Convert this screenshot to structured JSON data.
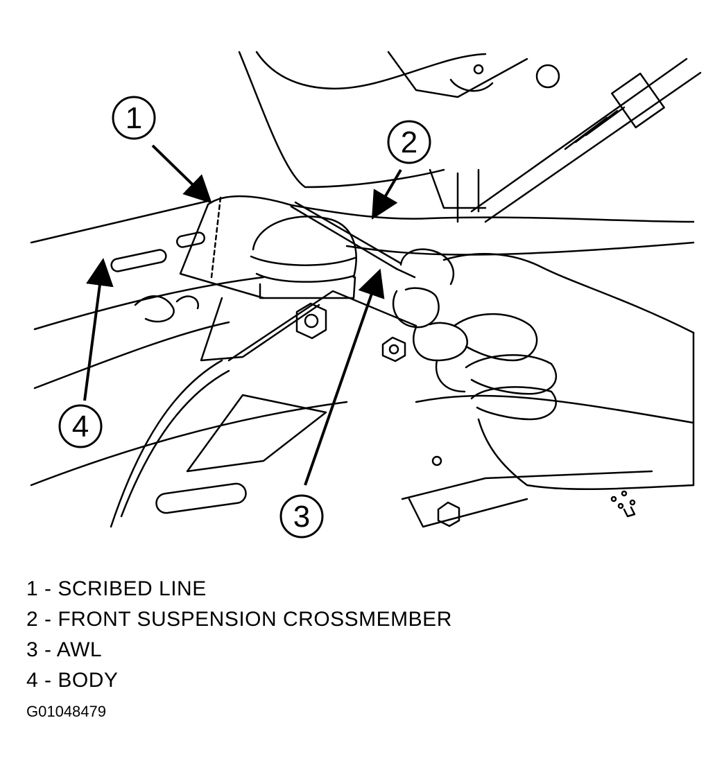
{
  "callouts": [
    {
      "number": "1"
    },
    {
      "number": "2"
    },
    {
      "number": "3"
    },
    {
      "number": "4"
    }
  ],
  "legend": [
    {
      "text": "1 - SCRIBED LINE"
    },
    {
      "text": "2 - FRONT SUSPENSION CROSSMEMBER"
    },
    {
      "text": "3 - AWL"
    },
    {
      "text": "4 - BODY"
    }
  ],
  "figure_id": "G01048479",
  "colors": {
    "line": "#000000",
    "background": "#ffffff"
  }
}
